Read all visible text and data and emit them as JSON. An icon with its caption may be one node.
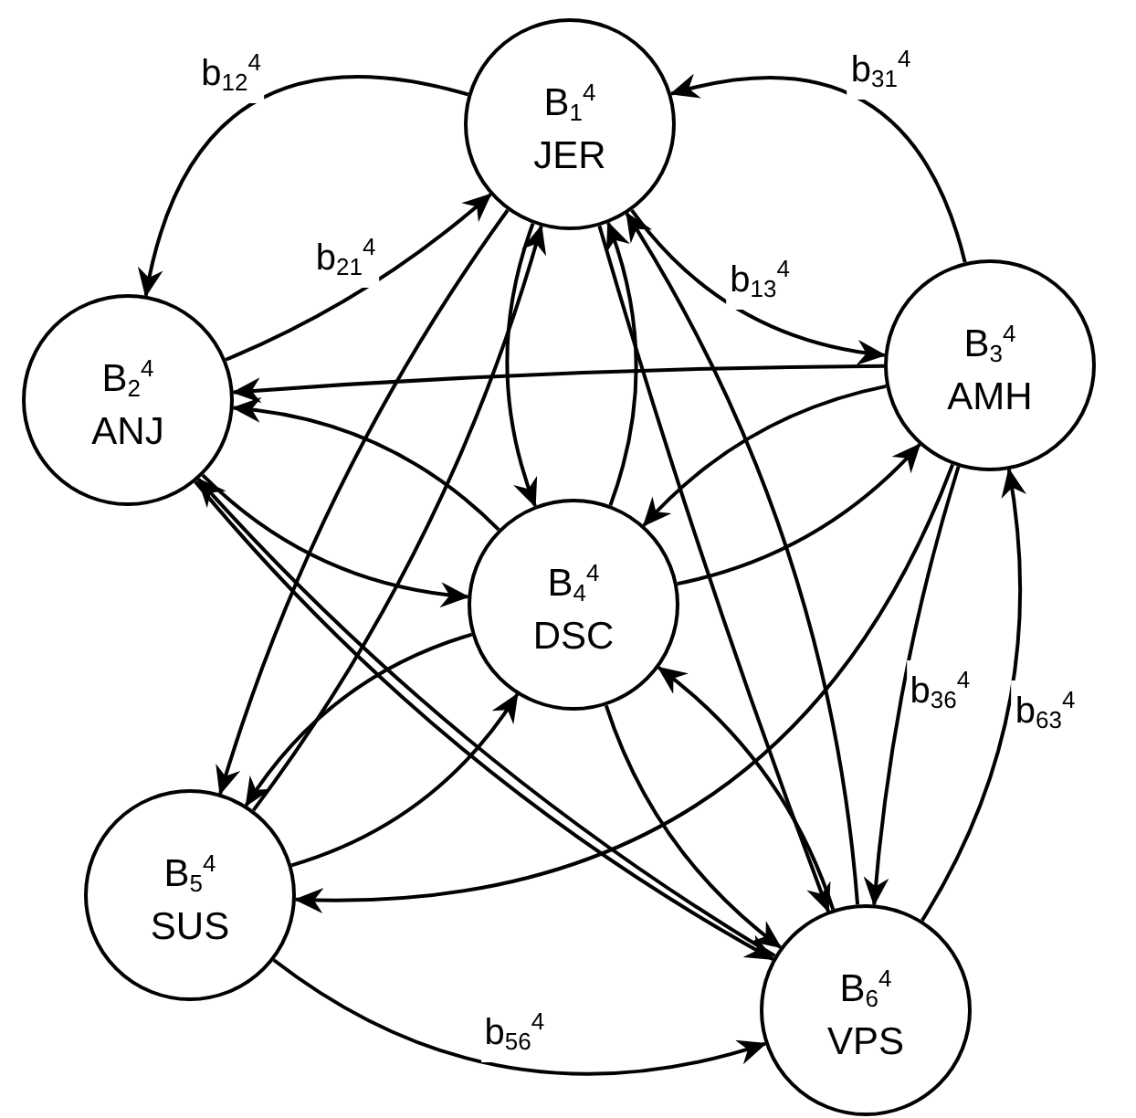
{
  "diagram": {
    "nodes": [
      {
        "text": [
          "B$_{1}$$^{4}$",
          "JER"
        ]
      },
      {
        "text": [
          "B$_{2}$$^{4}$",
          "ANJ"
        ]
      },
      {
        "text": [
          "B$_{3}$$^{4}$",
          "AMH"
        ]
      },
      {
        "text": [
          "B$_{4}$$^{4}$",
          "DSC"
        ]
      },
      {
        "text": [
          "B$_{5}$$^{4}$",
          "SUS"
        ]
      },
      {
        "text": [
          "B$_{6}$$^{4}$",
          "VPS"
        ]
      }
    ],
    "edges": [
      {
        "from": 0,
        "to": 1,
        "arrow": "to",
        "label": "b$_{12}$$^{4}$"
      },
      {
        "from": 1,
        "to": 0,
        "arrow": "to",
        "label": "b$_{21}$$^{4}$"
      },
      {
        "from": 2,
        "to": 0,
        "arrow": "to",
        "label": "b$_{31}$$^{4}$"
      },
      {
        "from": 0,
        "to": 2,
        "arrow": "to",
        "label": "b$_{13}$$^{4}$"
      },
      {
        "from": 0,
        "to": 3,
        "arrow": "to"
      },
      {
        "from": 0,
        "to": 4,
        "arrow": "to"
      },
      {
        "from": 0,
        "to": 5,
        "arrow": "to"
      },
      {
        "from": 1,
        "to": 3,
        "arrow": "to"
      },
      {
        "from": 1,
        "to": 5,
        "arrow": "to"
      },
      {
        "from": 2,
        "to": 1,
        "arrow": "to"
      },
      {
        "from": 2,
        "to": 3,
        "arrow": "to"
      },
      {
        "from": 2,
        "to": 4,
        "arrow": "to"
      },
      {
        "from": 2,
        "to": 5,
        "arrow": "to",
        "label": "b$_{36}$$^{4}$"
      },
      {
        "from": 3,
        "to": 0,
        "arrow": "to"
      },
      {
        "from": 3,
        "to": 1,
        "arrow": "to"
      },
      {
        "from": 3,
        "to": 2,
        "arrow": "to"
      },
      {
        "from": 3,
        "to": 4,
        "arrow": "to"
      },
      {
        "from": 3,
        "to": 5,
        "arrow": "to"
      },
      {
        "from": 4,
        "to": 0,
        "arrow": "to"
      },
      {
        "from": 4,
        "to": 3,
        "arrow": "to"
      },
      {
        "from": 4,
        "to": 5,
        "arrow": "to",
        "label": "b$_{56}$$^{4}$"
      },
      {
        "from": 5,
        "to": 0,
        "arrow": "to"
      },
      {
        "from": 5,
        "to": 1,
        "arrow": "to"
      },
      {
        "from": 5,
        "to": 2,
        "arrow": "to",
        "label": "b$_{63}$$^{4}$"
      },
      {
        "from": 5,
        "to": 3,
        "arrow": "to"
      }
    ]
  }
}
